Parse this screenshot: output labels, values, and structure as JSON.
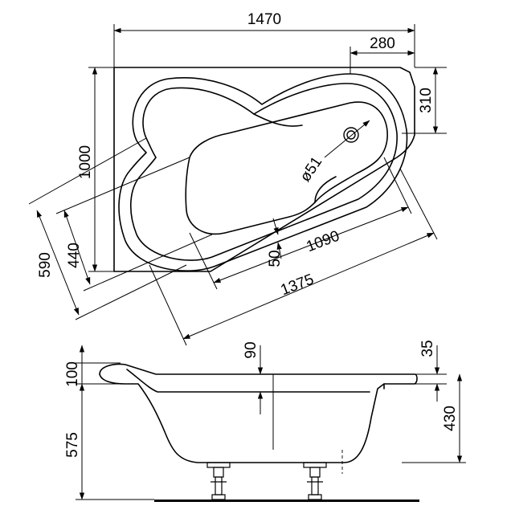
{
  "top_view": {
    "dim_overall_width": "1470",
    "dim_corner_width": "280",
    "dim_corner_depth": "310",
    "dim_overall_depth": "1000",
    "dim_drain_diameter": "ø51",
    "dim_bottom_length": "1090",
    "dim_inner_length": "1375",
    "dim_seat_offset": "50",
    "dim_bottom_width": "440",
    "dim_inner_width": "590"
  },
  "side_view": {
    "dim_rim_step": "90",
    "dim_rim_thickness": "35",
    "dim_rim_height": "100",
    "dim_leg_height": "575",
    "dim_depth": "430"
  }
}
